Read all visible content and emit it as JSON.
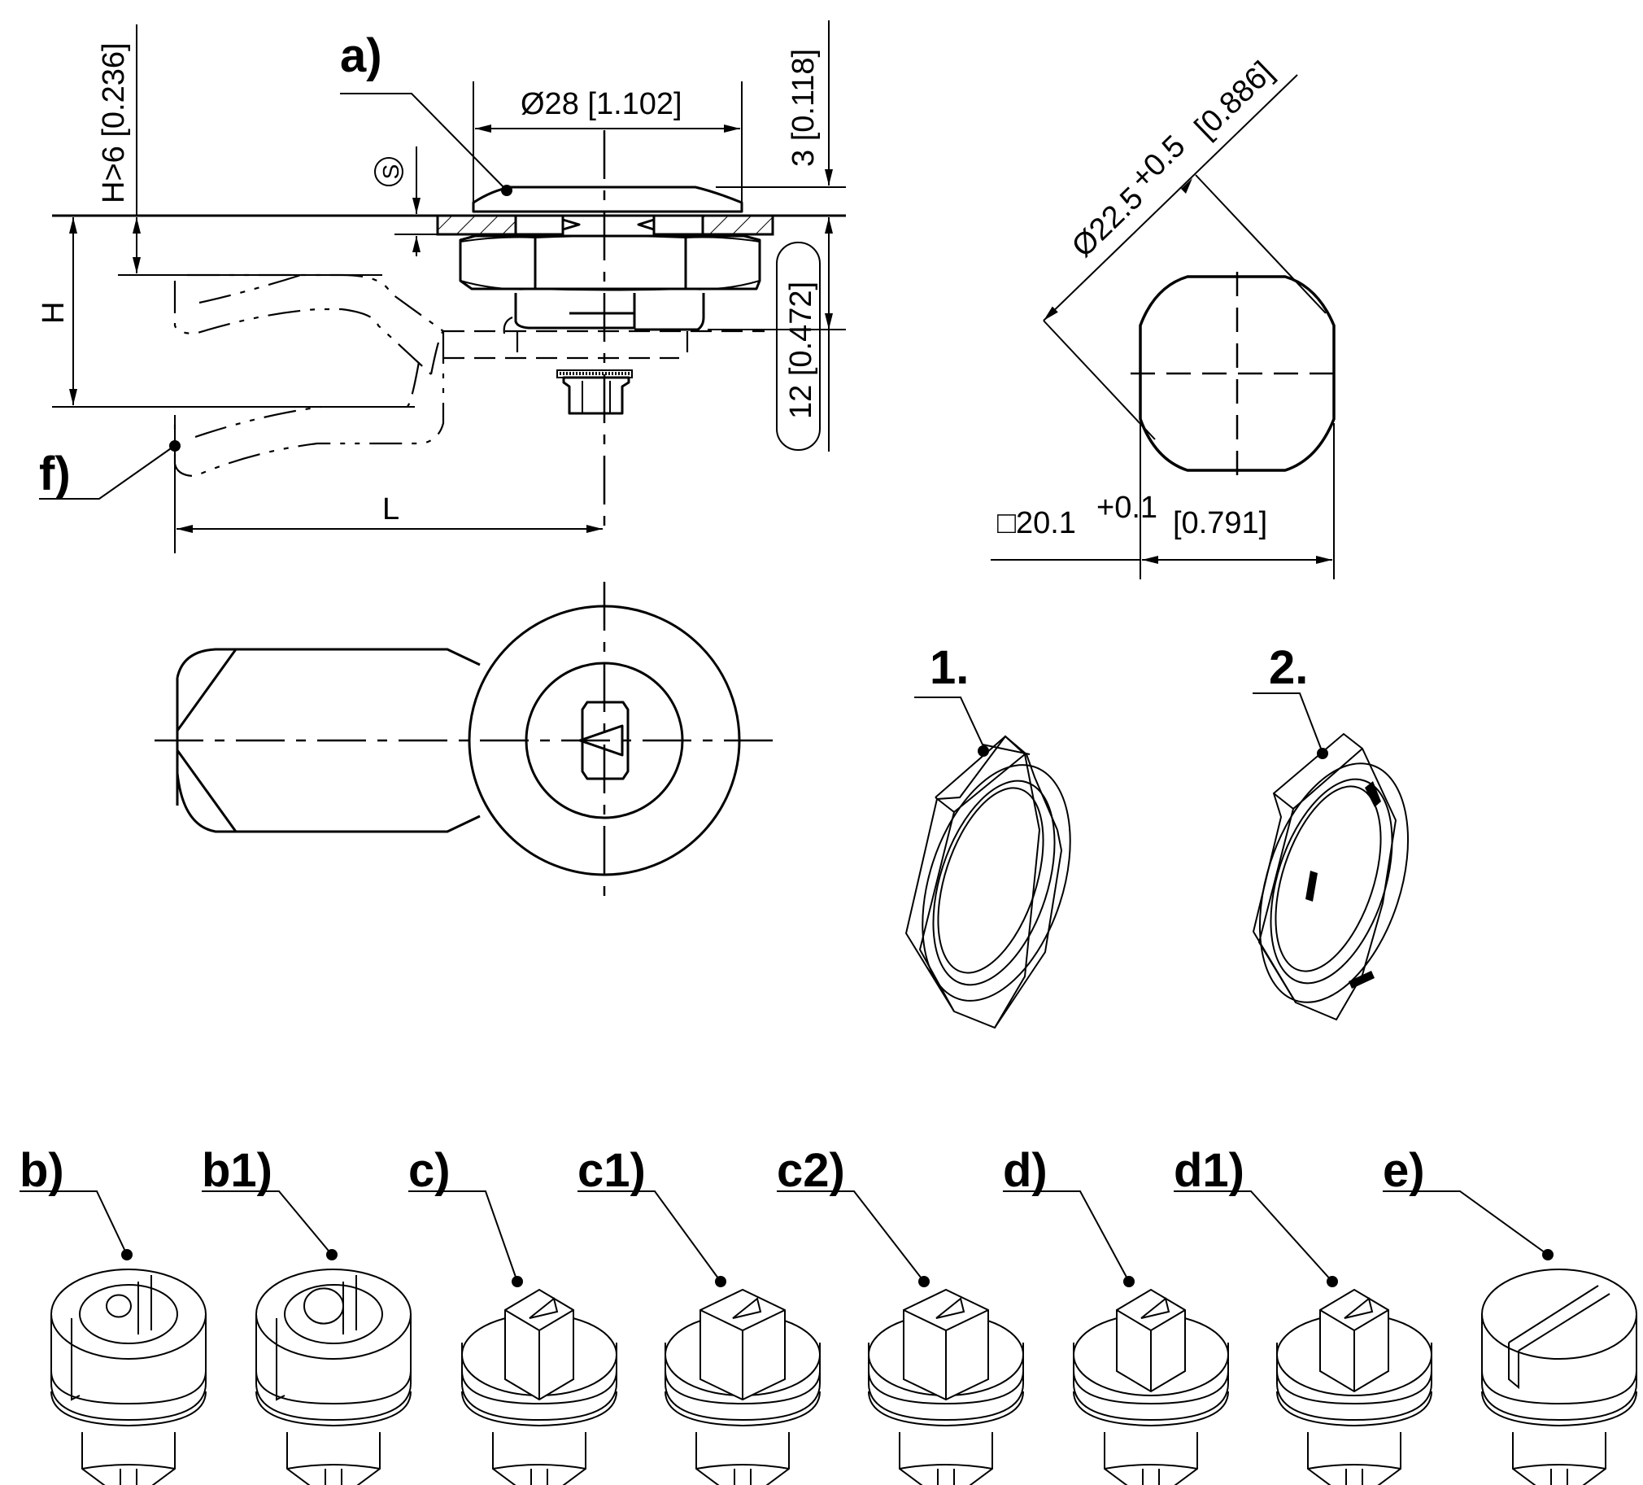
{
  "drawing": {
    "title": "Cam lock technical drawing",
    "side_view": {
      "callout_a": "a)",
      "callout_f": "f)",
      "dim_diameter": "Ø28 [1.102]",
      "dim_top_height": "3 [0.118]",
      "dim_thread_length": "12 [0.472]",
      "dim_h_min": "H>6 [0.236]",
      "dim_h": "H",
      "dim_l": "L",
      "panel_thickness_symbol": "S"
    },
    "cutout": {
      "dim_diagonal_main": "Ø22.5",
      "dim_diagonal_tol": "+0.5",
      "dim_diagonal_inch": "[0.886]",
      "dim_square_main": "□20.1",
      "dim_square_tol": "+0.1",
      "dim_square_inch": "[0.791]"
    },
    "nuts": [
      {
        "label": "1."
      },
      {
        "label": "2."
      }
    ],
    "inserts": [
      {
        "label": "b)"
      },
      {
        "label": "b1)"
      },
      {
        "label": "c)"
      },
      {
        "label": "c1)"
      },
      {
        "label": "c2)"
      },
      {
        "label": "d)"
      },
      {
        "label": "d1)"
      },
      {
        "label": "e)"
      }
    ]
  }
}
